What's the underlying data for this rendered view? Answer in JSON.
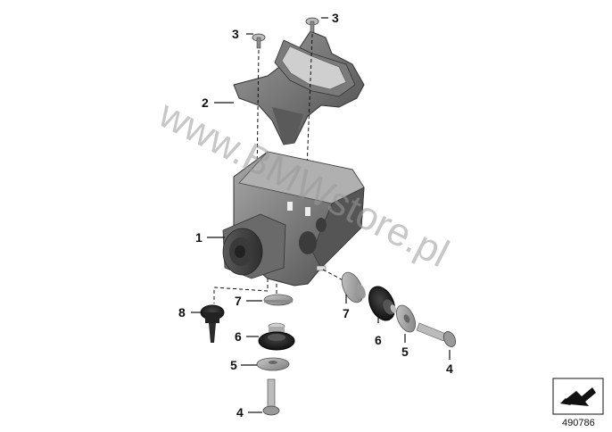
{
  "watermark": "www.BMWstore.pl",
  "diagram_id": "490786",
  "callouts": {
    "c1": "1",
    "c2": "2",
    "c3a": "3",
    "c3b": "3",
    "c4a": "4",
    "c4b": "4",
    "c5a": "5",
    "c5b": "5",
    "c6a": "6",
    "c6b": "6",
    "c7a": "7",
    "c7b": "7",
    "c8": "8"
  },
  "icons": {
    "parts_catalog_arrow": "arrow-box-icon"
  }
}
